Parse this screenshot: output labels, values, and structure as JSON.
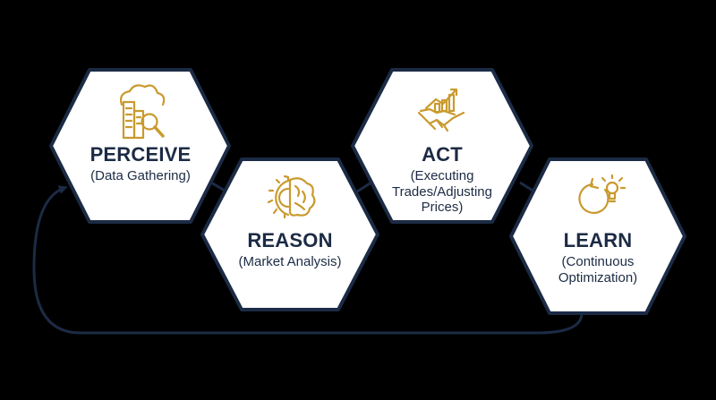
{
  "colors": {
    "background": "#000000",
    "hex_fill": "#ffffff",
    "hex_outline": "#1c2b45",
    "text": "#1c2b45",
    "icon_gold": "#c99a2e",
    "arrow": "#1c2b45"
  },
  "stages": [
    {
      "title": "PERCEIVE",
      "subtitle": "(Data Gathering)",
      "icon": "cloud-building-search-icon"
    },
    {
      "title": "REASON",
      "subtitle": "(Market Analysis)",
      "icon": "gear-brain-icon"
    },
    {
      "title": "ACT",
      "subtitle": "(Executing Trades/Adjusting Prices)",
      "icon": "handshake-growth-icon"
    },
    {
      "title": "LEARN",
      "subtitle": "(Continuous Optimization)",
      "icon": "cycle-lightbulb-icon"
    }
  ]
}
